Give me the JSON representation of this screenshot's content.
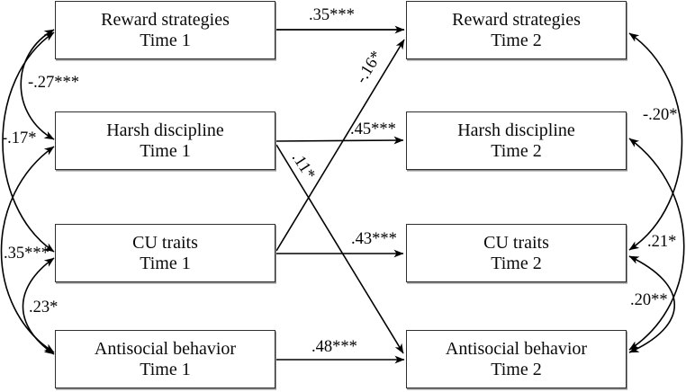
{
  "figure": {
    "background": "#ffffff",
    "line_color": "#000000",
    "boxes": [
      {
        "id": "reward-t1",
        "label": "Reward strategies",
        "time": "Time 1"
      },
      {
        "id": "harsh-t1",
        "label": "Harsh discipline",
        "time": "Time 1"
      },
      {
        "id": "cu-t1",
        "label": "CU traits",
        "time": "Time 1"
      },
      {
        "id": "antisocial-t1",
        "label": "Antisocial behavior",
        "time": "Time 1"
      },
      {
        "id": "reward-t2",
        "label": "Reward strategies",
        "time": "Time 2"
      },
      {
        "id": "harsh-t2",
        "label": "Harsh discipline",
        "time": "Time 2"
      },
      {
        "id": "cu-t2",
        "label": "CU traits",
        "time": "Time 2"
      },
      {
        "id": "antisocial-t2",
        "label": "Antisocial behavior",
        "time": "Time 2"
      }
    ],
    "stability_paths": [
      {
        "from": "reward-t1",
        "to": "reward-t2",
        "label": ".35***"
      },
      {
        "from": "harsh-t1",
        "to": "harsh-t2",
        "label": ".45***"
      },
      {
        "from": "cu-t1",
        "to": "cu-t2",
        "label": ".43***"
      },
      {
        "from": "antisocial-t1",
        "to": "antisocial-t2",
        "label": ".48***"
      }
    ],
    "cross_lagged_paths": [
      {
        "from": "cu-t1",
        "to": "reward-t2",
        "label": "-.16*"
      },
      {
        "from": "harsh-t1",
        "to": "antisocial-t2",
        "label": ".11*"
      }
    ],
    "time1_covariances": [
      {
        "between": [
          "reward-t1",
          "harsh-t1"
        ],
        "label": "-.27***"
      },
      {
        "between": [
          "reward-t1",
          "cu-t1"
        ],
        "label": "-.17*"
      },
      {
        "between": [
          "harsh-t1",
          "antisocial-t1"
        ],
        "label": ".35***"
      },
      {
        "between": [
          "cu-t1",
          "antisocial-t1"
        ],
        "label": ".23*"
      }
    ],
    "time2_covariances": [
      {
        "between": [
          "reward-t2",
          "cu-t2"
        ],
        "label": "-.20*"
      },
      {
        "between": [
          "harsh-t2",
          "antisocial-t2"
        ],
        "label": ".21*"
      },
      {
        "between": [
          "cu-t2",
          "antisocial-t2"
        ],
        "label": ".20**"
      }
    ]
  }
}
